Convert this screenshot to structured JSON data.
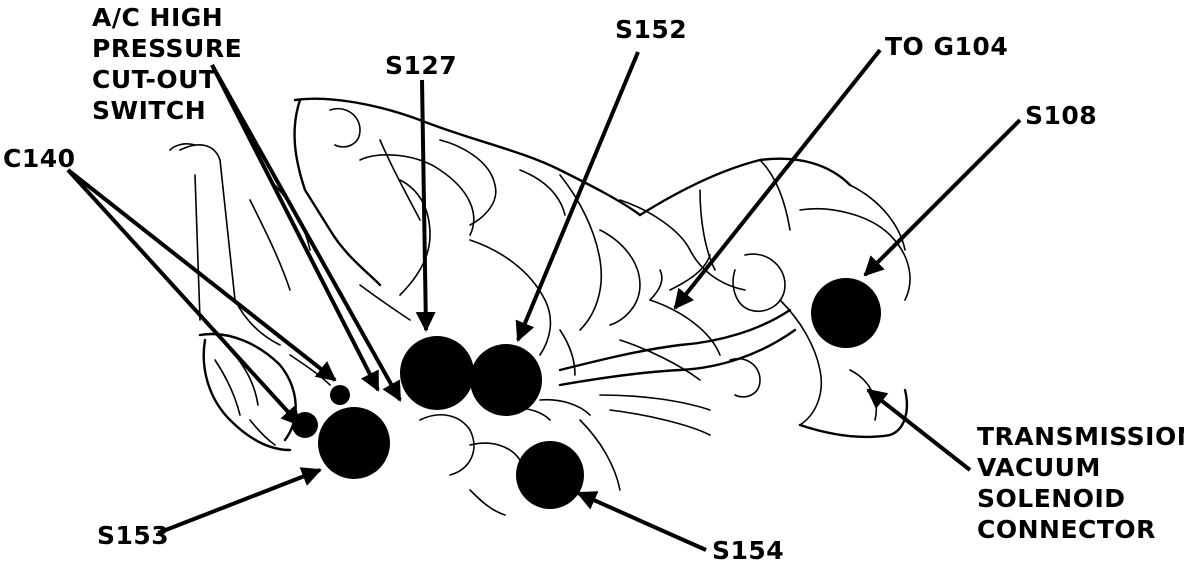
{
  "labels": {
    "ac_switch": [
      "A/C HIGH",
      "PRESSURE",
      "CUT-OUT",
      "SWITCH"
    ],
    "s127": "S127",
    "s152": "S152",
    "to_g104": "TO G104",
    "s108": "S108",
    "c140": "C140",
    "transmission": [
      "TRANSMISSION",
      "VACUUM",
      "SOLENOID",
      "CONNECTOR"
    ],
    "s153": "S153",
    "s154": "S154"
  },
  "colors": {
    "ink": "#000000",
    "paper": "#ffffff"
  }
}
